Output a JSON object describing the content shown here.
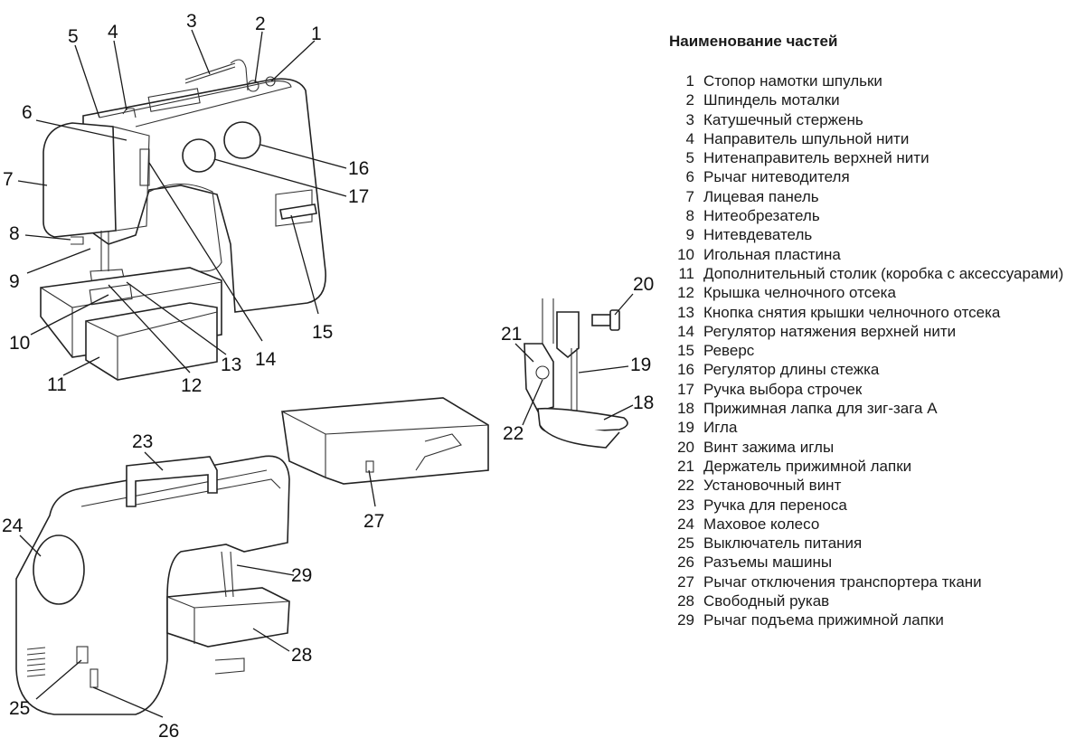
{
  "legend": {
    "title": "Наименование частей",
    "items": [
      {
        "num": "1",
        "label": "Стопор намотки шпульки"
      },
      {
        "num": "2",
        "label": "Шпиндель моталки"
      },
      {
        "num": "3",
        "label": "Катушечный стержень"
      },
      {
        "num": "4",
        "label": "Направитель шпульной нити"
      },
      {
        "num": "5",
        "label": "Нитенаправитель верхней нити"
      },
      {
        "num": "6",
        "label": "Рычаг нитеводителя"
      },
      {
        "num": "7",
        "label": "Лицевая панель"
      },
      {
        "num": "8",
        "label": "Нитеобрезатель"
      },
      {
        "num": "9",
        "label": "Нитевдеватель"
      },
      {
        "num": "10",
        "label": "Игольная пластина"
      },
      {
        "num": "11",
        "label": "Дополнительный столик (коробка с аксессуарами)"
      },
      {
        "num": "12",
        "label": "Крышка челночного отсека"
      },
      {
        "num": "13",
        "label": "Кнопка снятия крышки челночного отсека"
      },
      {
        "num": "14",
        "label": "Регулятор натяжения верхней нити"
      },
      {
        "num": "15",
        "label": "Реверс"
      },
      {
        "num": "16",
        "label": "Регулятор длины стежка"
      },
      {
        "num": "17",
        "label": "Ручка выбора строчек"
      },
      {
        "num": "18",
        "label": "Прижимная лапка для зиг-зага A"
      },
      {
        "num": "19",
        "label": "Игла"
      },
      {
        "num": "20",
        "label": "Винт зажима иглы"
      },
      {
        "num": "21",
        "label": "Держатель прижимной лапки"
      },
      {
        "num": "22",
        "label": "Установочный винт"
      },
      {
        "num": "23",
        "label": "Ручка для переноса"
      },
      {
        "num": "24",
        "label": "Маховое колесо"
      },
      {
        "num": "25",
        "label": "Выключатель питания"
      },
      {
        "num": "26",
        "label": "Разъемы машины"
      },
      {
        "num": "27",
        "label": "Рычаг отключения транспортера ткани"
      },
      {
        "num": "28",
        "label": "Свободный рукав"
      },
      {
        "num": "29",
        "label": "Рычаг подъема прижимной лапки"
      }
    ]
  },
  "callouts": [
    "1",
    "2",
    "3",
    "4",
    "5",
    "6",
    "7",
    "8",
    "9",
    "10",
    "11",
    "12",
    "13",
    "14",
    "15",
    "16",
    "17",
    "18",
    "19",
    "20",
    "21",
    "22",
    "23",
    "24",
    "25",
    "26",
    "27",
    "28",
    "29"
  ]
}
